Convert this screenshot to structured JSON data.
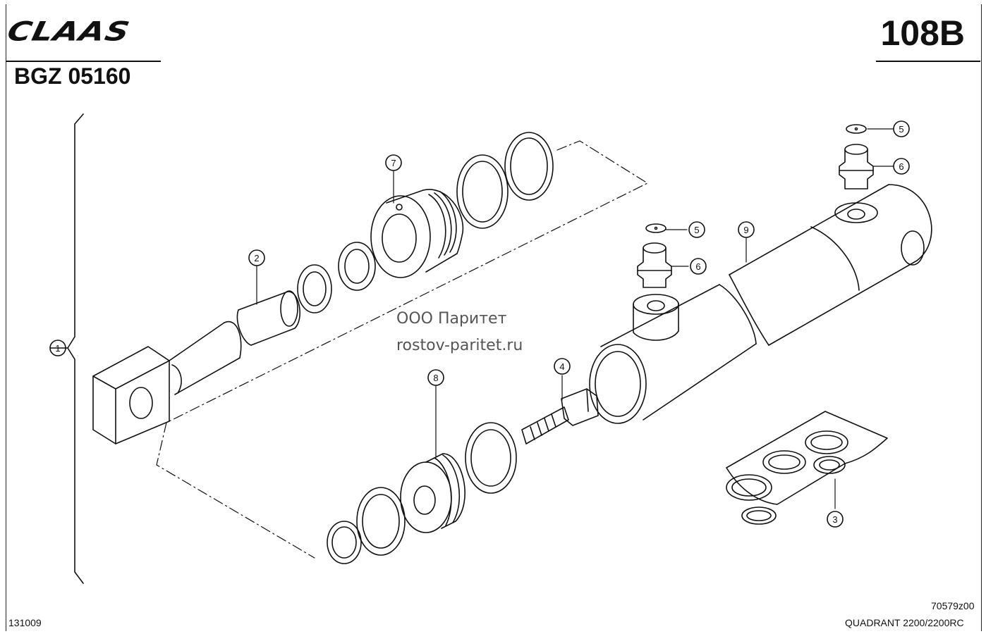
{
  "header": {
    "brand": "CLAAS",
    "drawing_code": "BGZ 05160",
    "sheet": "108B"
  },
  "footer": {
    "left_code": "131009",
    "image_ref": "70579z00",
    "model": "QUADRANT 2200/2200RC"
  },
  "watermark": {
    "line1": "ООО Паритет",
    "line2": "rostov-paritet.ru"
  },
  "callouts": {
    "c1": "1",
    "c2": "2",
    "c3": "3",
    "c4": "4",
    "c5a": "5",
    "c5b": "5",
    "c6a": "6",
    "c6b": "6",
    "c7": "7",
    "c8": "8",
    "c9": "9"
  },
  "colors": {
    "line": "#111111",
    "background": "#ffffff"
  }
}
